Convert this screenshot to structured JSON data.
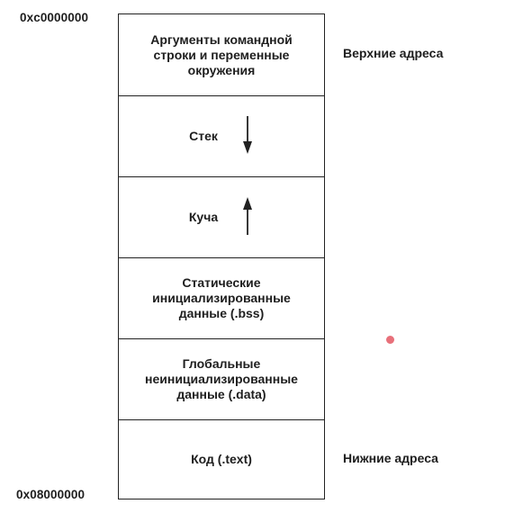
{
  "addresses": {
    "top": "0xc0000000",
    "bottom": "0x08000000"
  },
  "labels": {
    "high": "Верхние адреса",
    "low": "Нижние адреса"
  },
  "segments": [
    {
      "text": "Аргументы командной\nстроки и переменные\nокружения",
      "arrow": ""
    },
    {
      "text": "Стек",
      "arrow": "down"
    },
    {
      "text": "Куча",
      "arrow": "up"
    },
    {
      "text": "Статические\nинициализированные\nданные (.bss)",
      "arrow": ""
    },
    {
      "text": "Глобальные\nнеинициализированные\nданные (.data)",
      "arrow": ""
    },
    {
      "text": "Код (.text)",
      "arrow": ""
    }
  ]
}
